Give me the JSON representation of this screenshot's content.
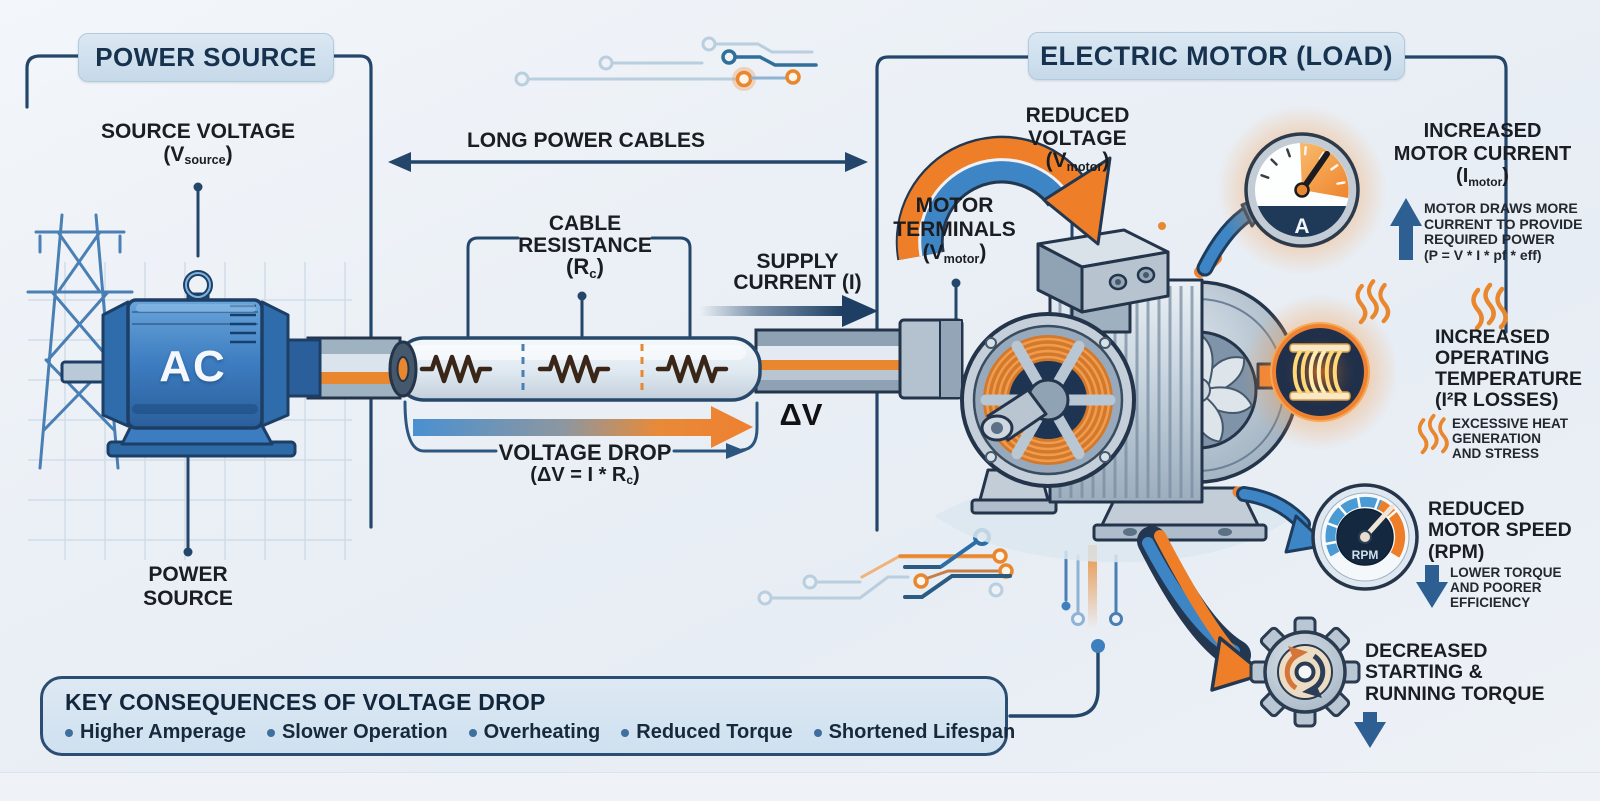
{
  "colors": {
    "accent_orange": "#ee8030",
    "accent_blue": "#3e85c5",
    "frame_navy": "#24466b",
    "text_dark": "#1a1d21",
    "header_box_fill": "#cfe0ee",
    "summary_box_fill": "#d7e5f2",
    "winding_orange": "#d4782a",
    "machine_blue": "#3c7cc0"
  },
  "zones": {
    "power_source_title": "POWER SOURCE",
    "electric_motor_title": "ELECTRIC MOTOR (LOAD)"
  },
  "power_source": {
    "voltage_label": "SOURCE VOLTAGE",
    "voltage_symbol_pre": "(V",
    "voltage_symbol_sub": "source",
    "voltage_symbol_post": ")",
    "device_label": "AC",
    "caption_line1": "POWER",
    "caption_line2": "SOURCE"
  },
  "cable_section": {
    "long_cables_label": "LONG POWER CABLES",
    "resistance_line1": "CABLE",
    "resistance_line2": "RESISTANCE",
    "resistance_symbol_pre": "(R",
    "resistance_symbol_sub": "c",
    "resistance_symbol_post": ")",
    "supply_line1": "SUPPLY",
    "supply_line2": "CURRENT (I)",
    "voltage_drop_label": "VOLTAGE DROP",
    "voltage_drop_formula_pre": "(ΔV = I * R",
    "voltage_drop_formula_sub": "c",
    "voltage_drop_formula_post": ")",
    "delta_v_label": "ΔV"
  },
  "motor_section": {
    "terminals_line1": "MOTOR",
    "terminals_line2": "TERMINALS",
    "terminals_symbol_pre": "(V",
    "terminals_symbol_sub": "motor",
    "terminals_symbol_post": ")",
    "reduced_line1": "REDUCED",
    "reduced_line2": "VOLTAGE",
    "reduced_symbol_pre": "(V",
    "reduced_symbol_sub": "motor",
    "reduced_symbol_post": ")"
  },
  "effects": {
    "current": {
      "line1": "INCREASED",
      "line2": "MOTOR CURRENT",
      "symbol_pre": "(I",
      "symbol_sub": "motor",
      "symbol_post": ")",
      "note_line1": "MOTOR DRAWS MORE",
      "note_line2": "CURRENT TO PROVIDE",
      "note_line3": "REQUIRED POWER",
      "note_line4": "(P = V * I * pf * eff)",
      "gauge_letter": "A"
    },
    "temperature": {
      "line1": "INCREASED",
      "line2": "OPERATING",
      "line3": "TEMPERATURE",
      "line4": "(I²R LOSSES)",
      "note_line1": "EXCESSIVE HEAT",
      "note_line2": "GENERATION",
      "note_line3": "AND STRESS"
    },
    "speed": {
      "line1": "REDUCED",
      "line2": "MOTOR SPEED",
      "line3": "(RPM)",
      "note_line1": "LOWER TORQUE",
      "note_line2": "AND POORER",
      "note_line3": "EFFICIENCY",
      "gauge_label": "RPM"
    },
    "torque": {
      "line1": "DECREASED",
      "line2": "STARTING &",
      "line3": "RUNNING TORQUE"
    }
  },
  "summary": {
    "title": "KEY CONSEQUENCES OF VOLTAGE DROP",
    "items": [
      "Higher Amperage",
      "Slower Operation",
      "Overheating",
      "Reduced Torque",
      "Shortened Lifespan"
    ]
  }
}
